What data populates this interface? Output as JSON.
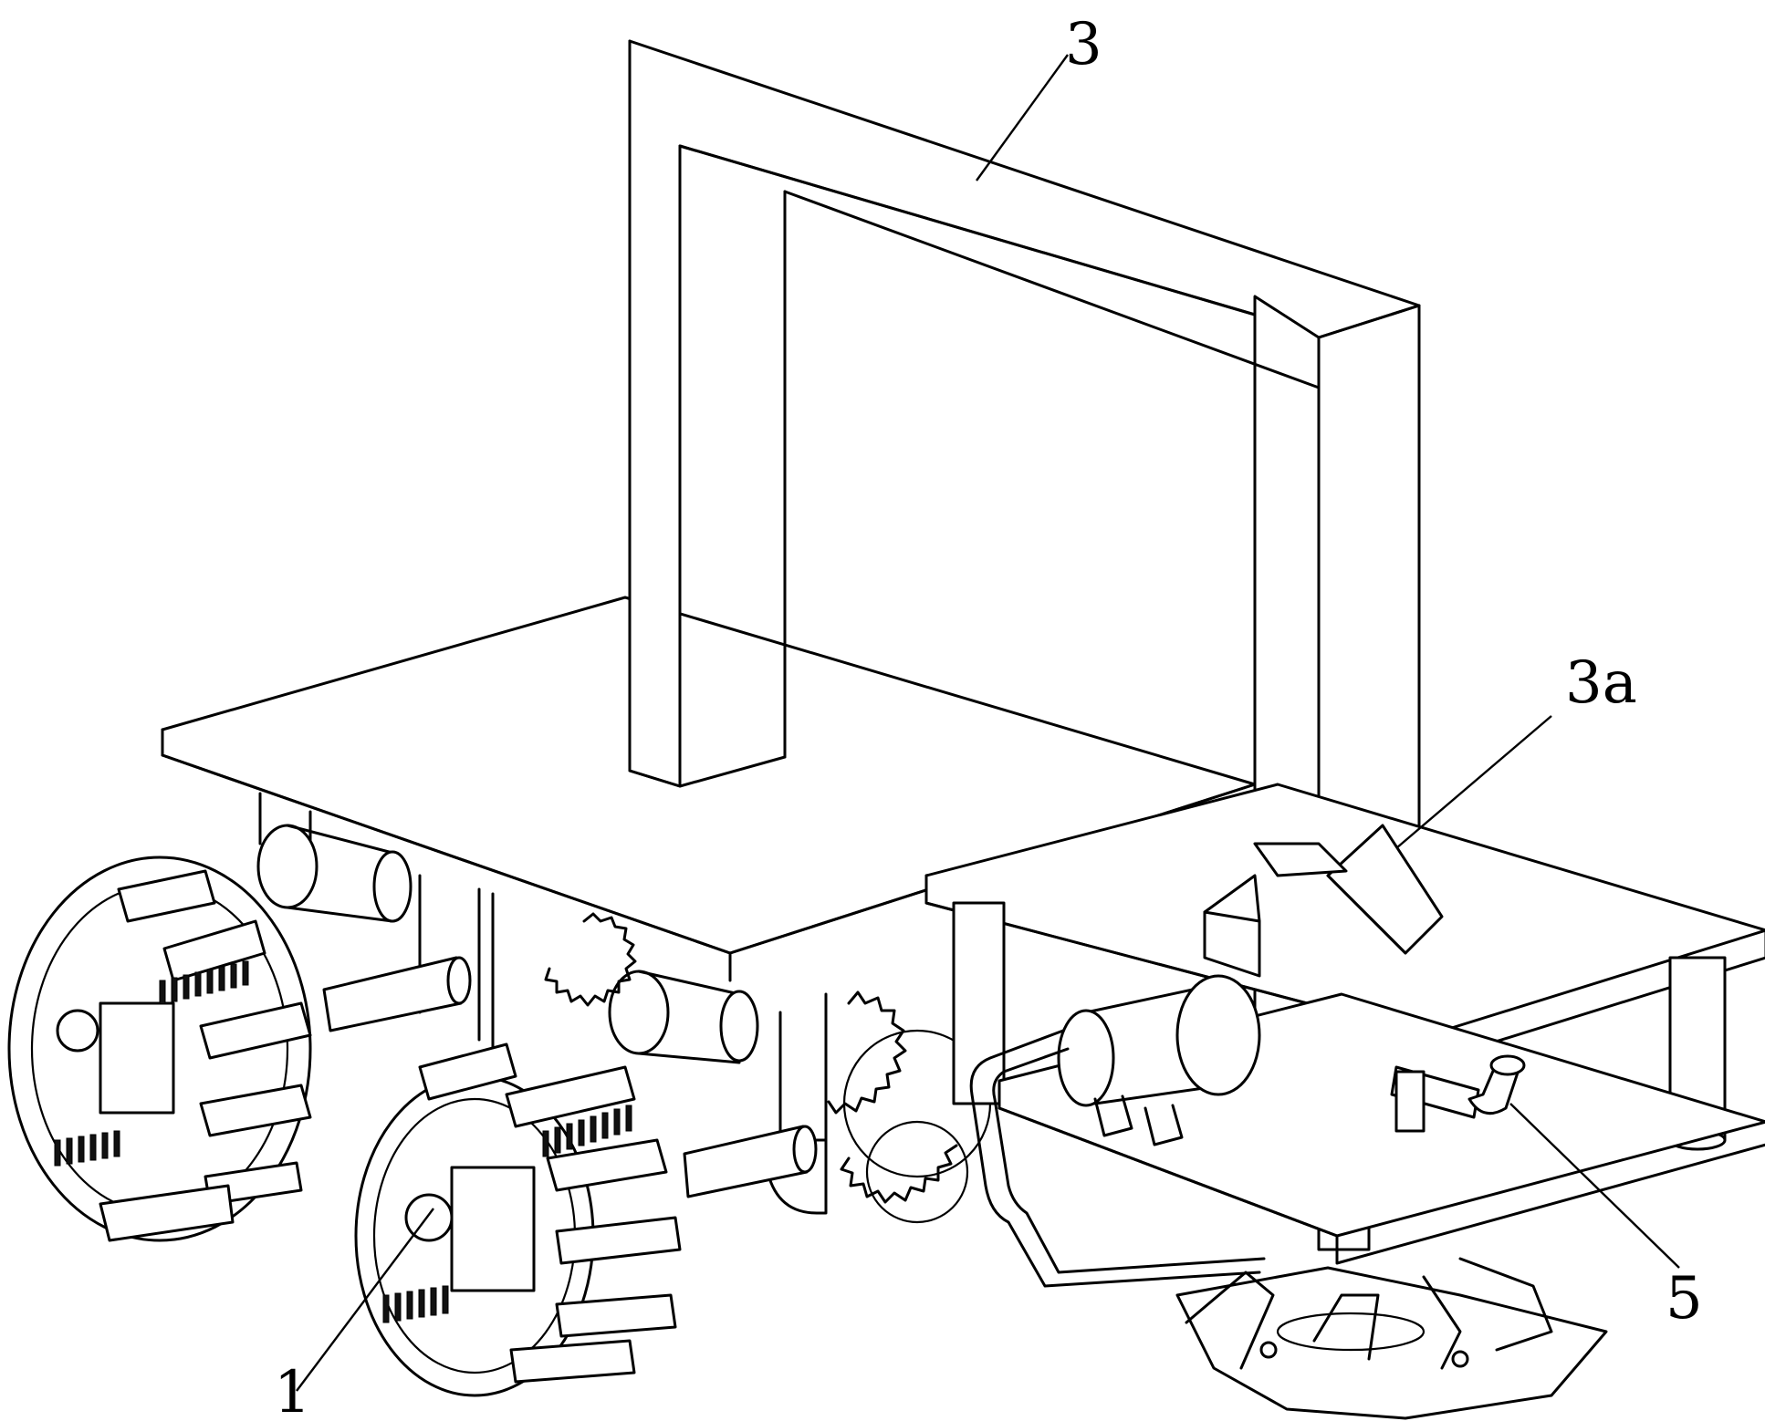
{
  "labels": {
    "frame": "3",
    "frame_base": "3a",
    "pump_nozzle": "5",
    "wheel": "1"
  }
}
